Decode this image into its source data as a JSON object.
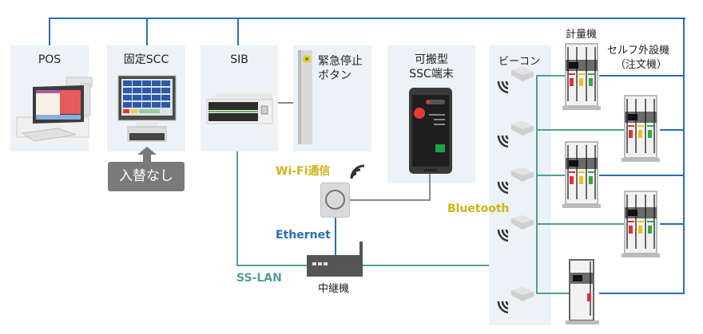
{
  "devices": {
    "pos": {
      "label": "POS"
    },
    "fixed_scc": {
      "label": "固定SCC",
      "note": "入替なし"
    },
    "sib": {
      "label": "SIB"
    },
    "emergency_stop": {
      "label_line1": "緊急停止",
      "label_line2": "ボタン"
    },
    "portable_scc": {
      "label_line1": "可搬型",
      "label_line2": "SSC端末"
    },
    "beacon": {
      "label": "ビーコン"
    },
    "dispenser": {
      "label": "計量機"
    },
    "self_terminal": {
      "label_line1": "セルフ外設機",
      "label_line2": "（注文機）"
    },
    "relay": {
      "label": "中継機"
    }
  },
  "connections": {
    "wifi": "Wi-Fi通信",
    "ethernet": "Ethernet",
    "ss_lan": "SS-LAN",
    "bluetooth": "Bluetooth"
  },
  "colors": {
    "ss_lan_line": "#4f9e98",
    "blue_line": "#2e6db2",
    "wifi_label": "#d2b215",
    "panel_bg": "#edf2f7"
  },
  "beacon_count": 5,
  "dispenser_count": 5
}
